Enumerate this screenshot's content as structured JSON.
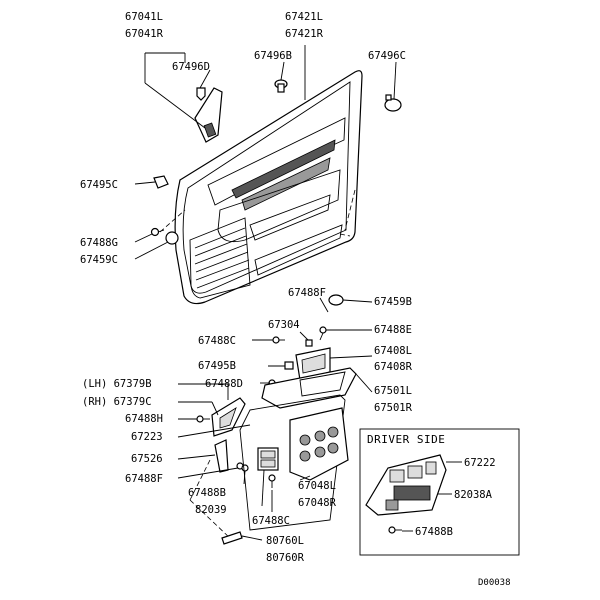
{
  "labels": {
    "l67041L": "67041L",
    "l67041R": "67041R",
    "l67421L": "67421L",
    "l67421R": "67421R",
    "l67496D": "67496D",
    "l67496B": "67496B",
    "l67496C": "67496C",
    "l67495C": "67495C",
    "l67488G": "67488G",
    "l67459C": "67459C",
    "l67488F_top": "67488F",
    "l67459B": "67459B",
    "l67304": "67304",
    "l67488E": "67488E",
    "l67488C_top": "67488C",
    "l67408L": "67408L",
    "l67408R": "67408R",
    "l67495B": "67495B",
    "l67488D": "67488D",
    "l67501L": "67501L",
    "l67501R": "67501R",
    "l67379B": "(LH) 67379B",
    "l67379C": "(RH) 67379C",
    "l67488H": "67488H",
    "l67223": "67223",
    "l67526": "67526",
    "l67488F_bot": "67488F",
    "l67488B_bot": "67488B",
    "l82039": "82039",
    "l67488C_bot": "67488C",
    "l67048L": "67048L",
    "l67048R": "67048R",
    "l80760L": "80760L",
    "l80760R": "80760R",
    "l67222": "67222",
    "l82038A": "82038A",
    "l67488B_box": "67488B"
  },
  "driver_side_title": "DRIVER SIDE",
  "diagram_code": "D00038"
}
